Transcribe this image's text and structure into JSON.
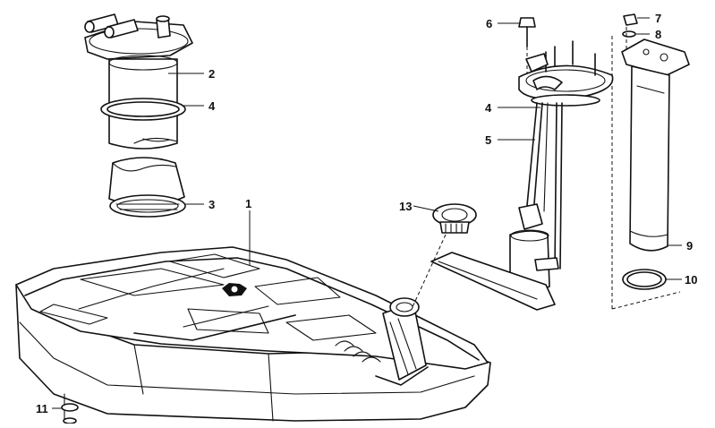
{
  "callouts": {
    "c1": "1",
    "c2": "2",
    "c3": "3",
    "c4a": "4",
    "c4b": "4",
    "c5": "5",
    "c6": "6",
    "c7": "7",
    "c8": "8",
    "c9": "9",
    "c10": "10",
    "c11": "11",
    "c13": "13"
  }
}
